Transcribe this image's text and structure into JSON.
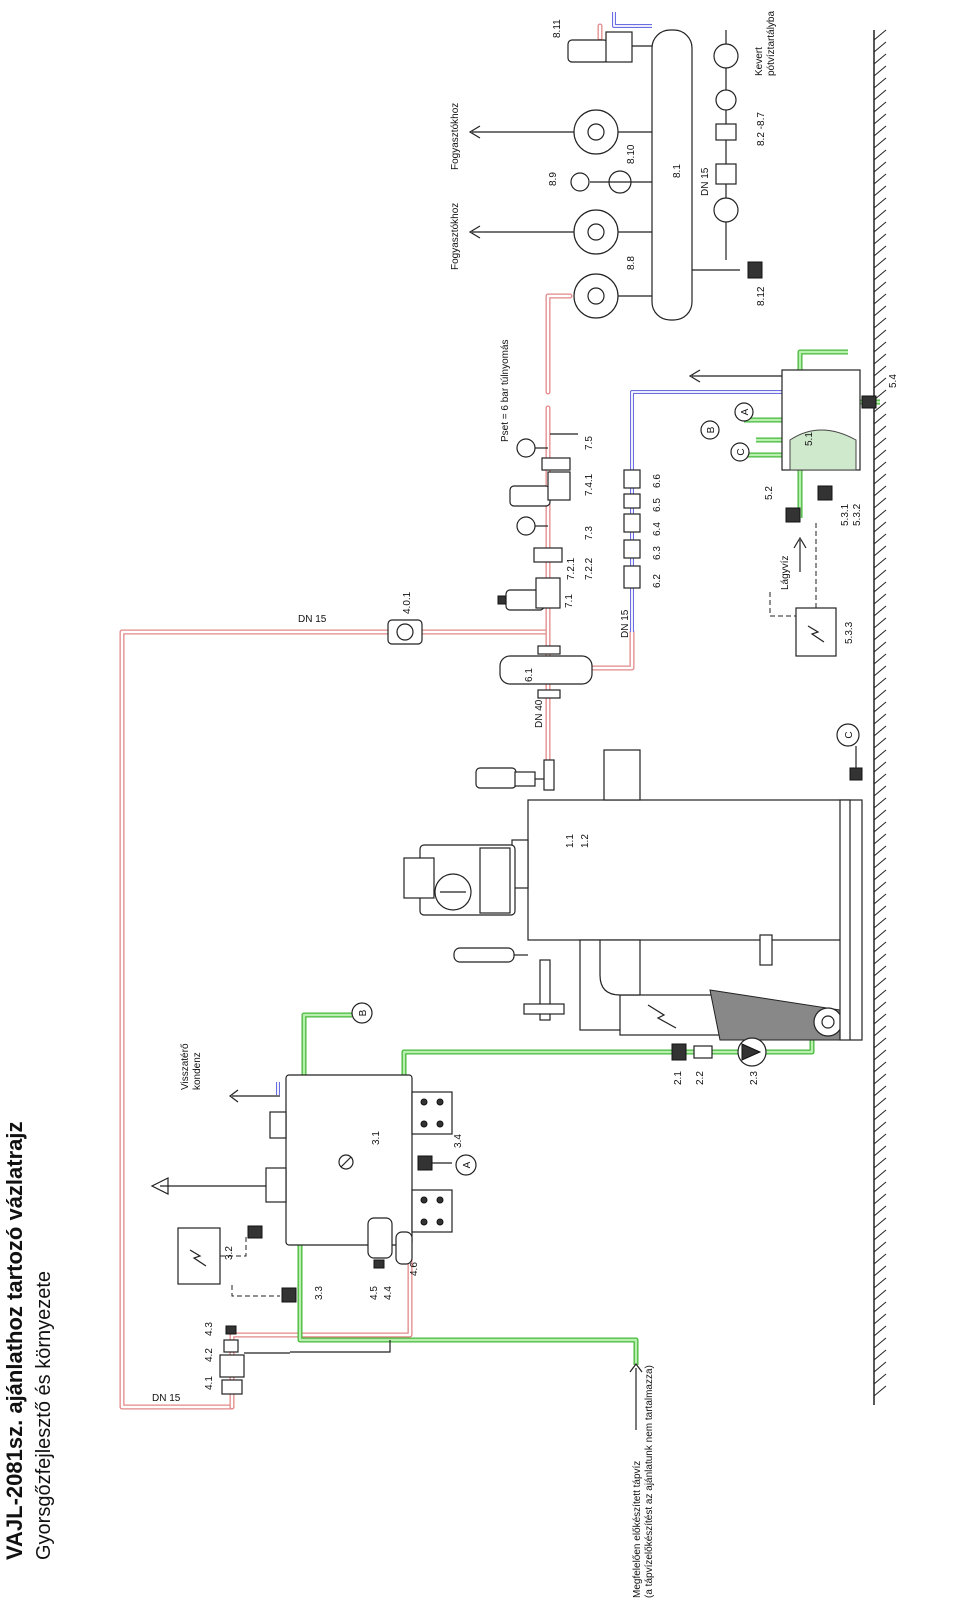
{
  "title": "VAJL-2081sz. ajánlathoz tartozó vázlatrajz",
  "subtitle": "Gyorsgőzfejlesztő és környezete",
  "notes": {
    "visszatero_1": "Visszatérő",
    "visszatero_2": "kondenz",
    "tapviz_1": "Megfelelően előkészített tápvíz",
    "tapviz_2": "(a tápvízelőkészítést az ajánlatunk nem tartalmazza)",
    "fogyaszto_1": "Fogyasztókhoz",
    "fogyaszto_2": "Fogyasztókhoz",
    "pset": "Pset = 6 bar túlnyomás",
    "lagyviz": "Lágyvíz",
    "kevert_1": "Kevert",
    "kevert_2": "pótvíztartályba"
  },
  "pipes": {
    "dn15_top": "DN 15",
    "dn15_left": "DN 15",
    "dn40": "DN 40",
    "dn15_drain": "DN 15",
    "dn15_mixed": "DN 15"
  },
  "tags": {
    "t1_1": "1.1",
    "t1_2": "1.2",
    "t2_1": "2.1",
    "t2_2": "2.2",
    "t2_3": "2.3",
    "t3_1": "3.1",
    "t3_2": "3.2",
    "t3_3": "3.3",
    "t3_4": "3.4",
    "t4_0_1": "4.0.1",
    "t4_1": "4.1",
    "t4_2": "4.2",
    "t4_3": "4.3",
    "t4_4": "4.4",
    "t4_5": "4.5",
    "t4_6": "4.6",
    "t5_1": "5.1",
    "t5_2": "5.2",
    "t5_3_1": "5.3.1",
    "t5_3_2": "5.3.2",
    "t5_3_3": "5.3.3",
    "t5_4": "5.4",
    "t6_1": "6.1",
    "t6_2": "6.2",
    "t6_3": "6.3",
    "t6_4": "6.4",
    "t6_5": "6.5",
    "t6_6": "6.6",
    "t7_1": "7.1",
    "t7_2_1": "7.2.1",
    "t7_2_2": "7.2.2",
    "t7_3": "7.3",
    "t7_4_1": "7.4.1",
    "t7_5": "7.5",
    "t8_1": "8.1",
    "t8_2_7": "8.2 -8.7",
    "t8_8": "8.8",
    "t8_9": "8.9",
    "t8_10": "8.10",
    "t8_11": "8.11",
    "t8_12": "8.12"
  },
  "circles": {
    "a": "A",
    "b": "B",
    "c": "C"
  },
  "colors": {
    "steam": "#e38888",
    "feedwater": "#45b83a",
    "cold_water": "#6b6ee0"
  }
}
